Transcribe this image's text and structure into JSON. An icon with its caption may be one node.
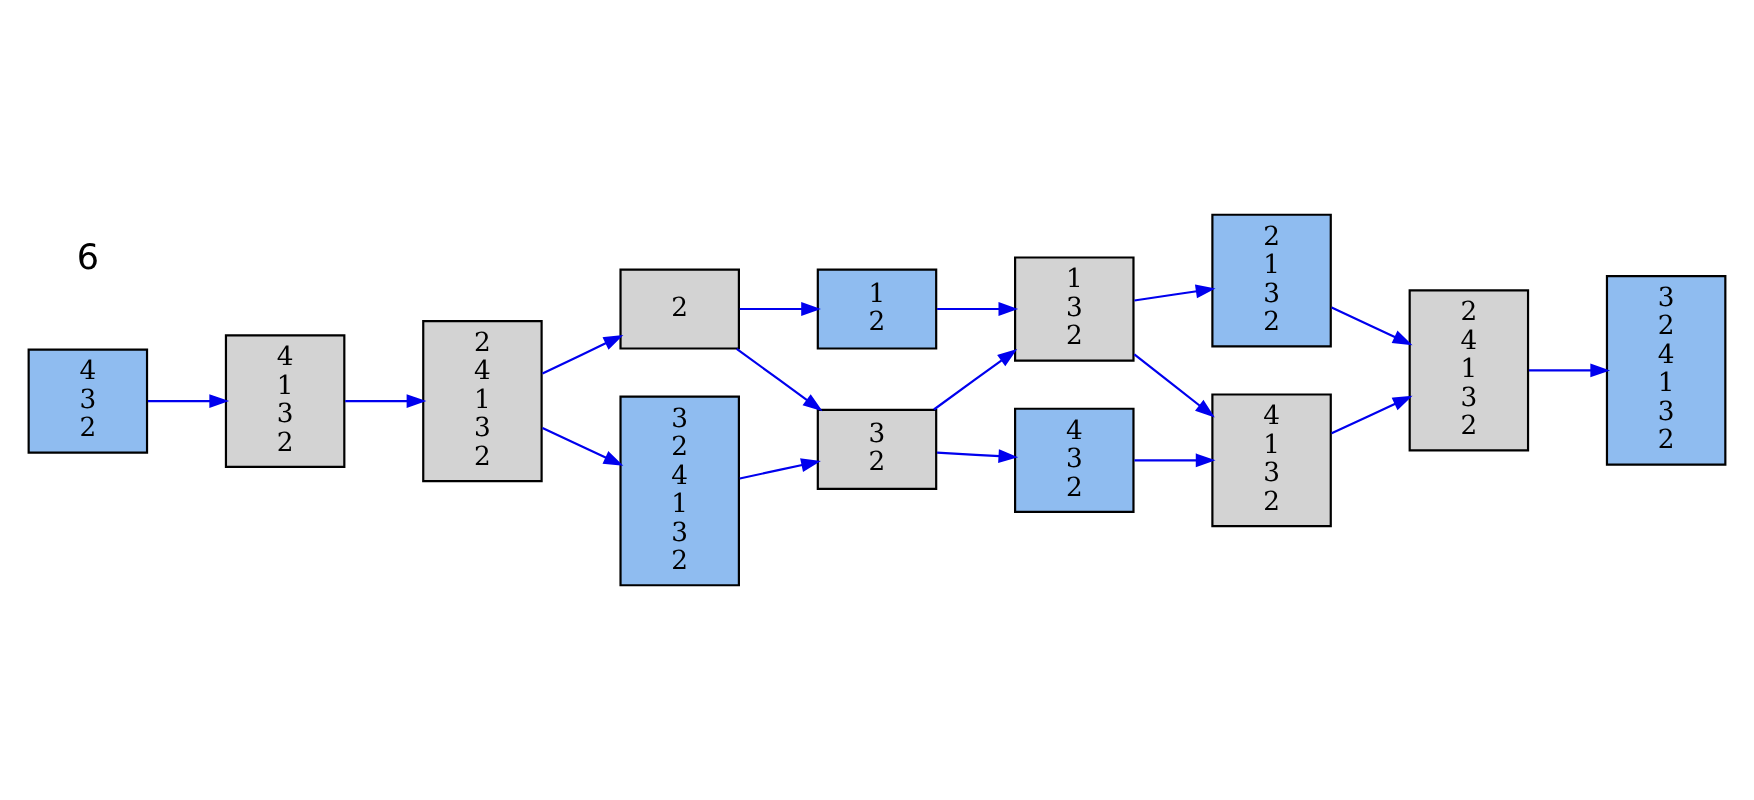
{
  "diagram": {
    "nodes": [
      {
        "text": [
          "4",
          "3",
          "2"
        ]
      },
      {
        "text": [
          "4",
          "1",
          "3",
          "2"
        ]
      },
      {
        "text": [
          "2",
          "4",
          "1",
          "3",
          "2"
        ]
      },
      {
        "text": [
          "2"
        ]
      },
      {
        "text": [
          "3",
          "2",
          "4",
          "1",
          "3",
          "2"
        ]
      },
      {
        "text": [
          "1",
          "2"
        ]
      },
      {
        "text": [
          "3",
          "2"
        ]
      },
      {
        "text": [
          "1",
          "3",
          "2"
        ]
      },
      {
        "text": [
          "4",
          "3",
          "2"
        ]
      },
      {
        "text": [
          "2",
          "1",
          "3",
          "2"
        ]
      },
      {
        "text": [
          "4",
          "1",
          "3",
          "2"
        ]
      },
      {
        "text": [
          "2",
          "4",
          "1",
          "3",
          "2"
        ]
      },
      {
        "text": [
          "3",
          "2",
          "4",
          "1",
          "3",
          "2"
        ]
      }
    ],
    "edges": [
      {
        "from": 0,
        "to": 1,
        "arrow": "to"
      },
      {
        "from": 1,
        "to": 2,
        "arrow": "to"
      },
      {
        "from": 2,
        "to": 3,
        "arrow": "to"
      },
      {
        "from": 2,
        "to": 4,
        "arrow": "to"
      },
      {
        "from": 3,
        "to": 5,
        "arrow": "to"
      },
      {
        "from": 3,
        "to": 6,
        "arrow": "to"
      },
      {
        "from": 4,
        "to": 6,
        "arrow": "to"
      },
      {
        "from": 5,
        "to": 7,
        "arrow": "to"
      },
      {
        "from": 6,
        "to": 7,
        "arrow": "to"
      },
      {
        "from": 6,
        "to": 8,
        "arrow": "to"
      },
      {
        "from": 7,
        "to": 9,
        "arrow": "to"
      },
      {
        "from": 7,
        "to": 10,
        "arrow": "to"
      },
      {
        "from": 8,
        "to": 10,
        "arrow": "to"
      },
      {
        "from": 9,
        "to": 11,
        "arrow": "to"
      },
      {
        "from": 10,
        "to": 11,
        "arrow": "to"
      },
      {
        "from": 11,
        "to": 12,
        "arrow": "to"
      }
    ],
    "labels": [
      "6"
    ]
  }
}
